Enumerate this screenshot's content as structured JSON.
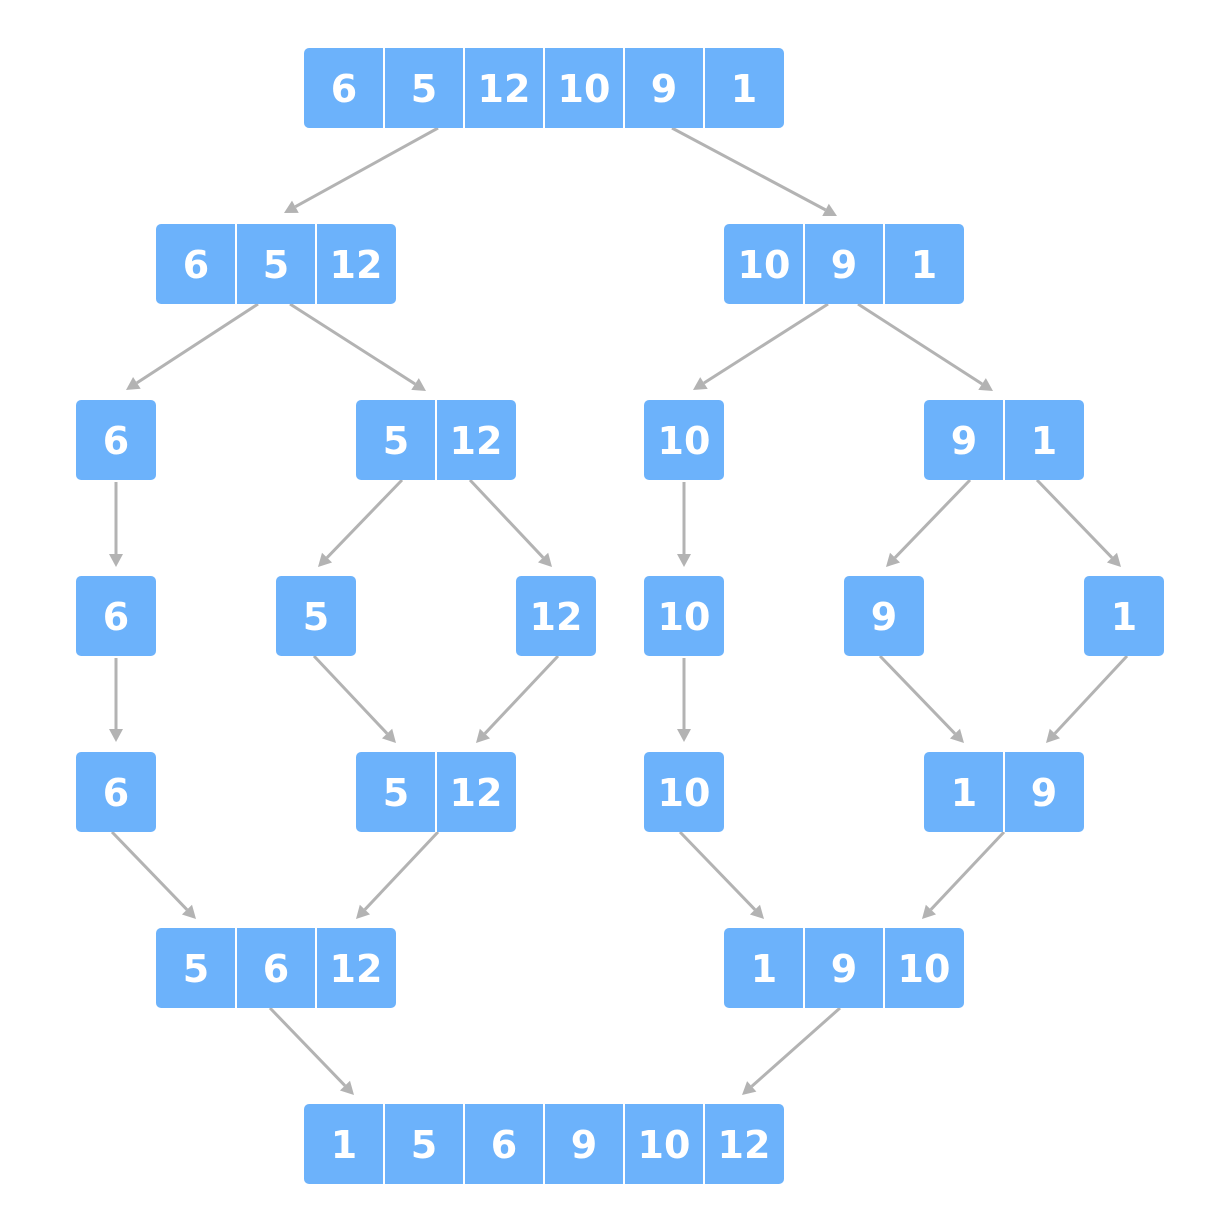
{
  "nodes": [
    {
      "id": "n0",
      "cells": [
        "6",
        "5",
        "12",
        "10",
        "9",
        "1"
      ]
    },
    {
      "id": "n1",
      "cells": [
        "6",
        "5",
        "12"
      ]
    },
    {
      "id": "n2",
      "cells": [
        "10",
        "9",
        "1"
      ]
    },
    {
      "id": "n3",
      "cells": [
        "6"
      ]
    },
    {
      "id": "n4",
      "cells": [
        "5",
        "12"
      ]
    },
    {
      "id": "n5",
      "cells": [
        "10"
      ]
    },
    {
      "id": "n6",
      "cells": [
        "9",
        "1"
      ]
    },
    {
      "id": "n7",
      "cells": [
        "6"
      ]
    },
    {
      "id": "n8",
      "cells": [
        "5"
      ]
    },
    {
      "id": "n9",
      "cells": [
        "12"
      ]
    },
    {
      "id": "n10",
      "cells": [
        "10"
      ]
    },
    {
      "id": "n11",
      "cells": [
        "9"
      ]
    },
    {
      "id": "n12",
      "cells": [
        "1"
      ]
    },
    {
      "id": "n13",
      "cells": [
        "6"
      ]
    },
    {
      "id": "n14",
      "cells": [
        "5",
        "12"
      ]
    },
    {
      "id": "n15",
      "cells": [
        "10"
      ]
    },
    {
      "id": "n16",
      "cells": [
        "1",
        "9"
      ]
    },
    {
      "id": "n17",
      "cells": [
        "5",
        "6",
        "12"
      ]
    },
    {
      "id": "n18",
      "cells": [
        "1",
        "9",
        "10"
      ]
    },
    {
      "id": "n19",
      "cells": [
        "1",
        "5",
        "6",
        "9",
        "10",
        "12"
      ]
    }
  ],
  "edges": [
    {
      "from": "n0",
      "to": "n1"
    },
    {
      "from": "n0",
      "to": "n2"
    },
    {
      "from": "n1",
      "to": "n3"
    },
    {
      "from": "n1",
      "to": "n4"
    },
    {
      "from": "n2",
      "to": "n5"
    },
    {
      "from": "n2",
      "to": "n6"
    },
    {
      "from": "n3",
      "to": "n7"
    },
    {
      "from": "n4",
      "to": "n8"
    },
    {
      "from": "n4",
      "to": "n9"
    },
    {
      "from": "n5",
      "to": "n10"
    },
    {
      "from": "n6",
      "to": "n11"
    },
    {
      "from": "n6",
      "to": "n12"
    },
    {
      "from": "n7",
      "to": "n13"
    },
    {
      "from": "n8",
      "to": "n14"
    },
    {
      "from": "n9",
      "to": "n14"
    },
    {
      "from": "n10",
      "to": "n15"
    },
    {
      "from": "n11",
      "to": "n16"
    },
    {
      "from": "n12",
      "to": "n16"
    },
    {
      "from": "n13",
      "to": "n17"
    },
    {
      "from": "n14",
      "to": "n17"
    },
    {
      "from": "n15",
      "to": "n18"
    },
    {
      "from": "n16",
      "to": "n18"
    },
    {
      "from": "n17",
      "to": "n19"
    },
    {
      "from": "n18",
      "to": "n19"
    }
  ],
  "colors": {
    "cell_fill": "#6cb2fb",
    "cell_text": "#ffffff",
    "edge": "#b3b3b3"
  }
}
